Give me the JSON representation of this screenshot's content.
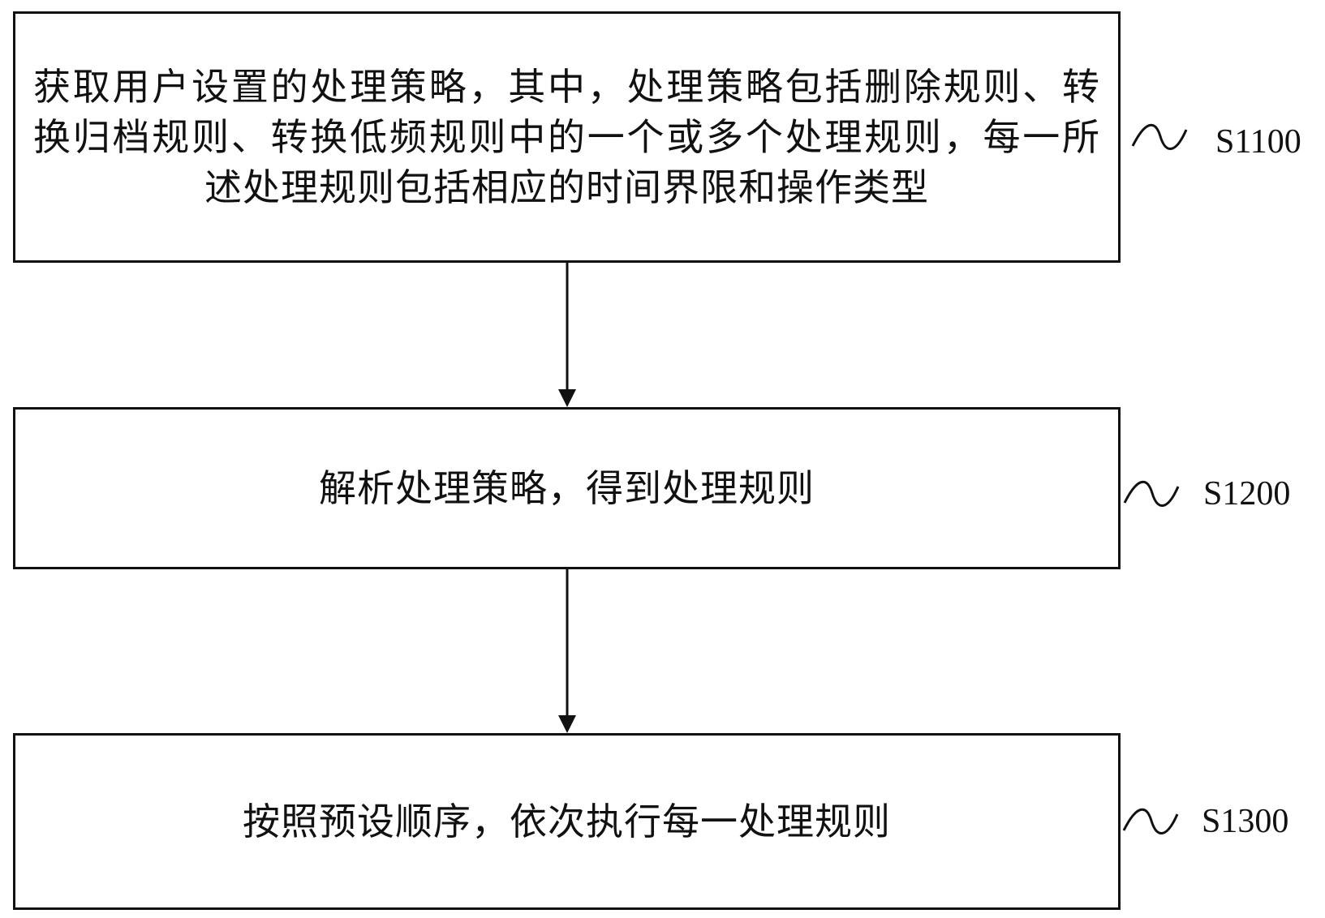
{
  "steps": [
    {
      "id": "S1100",
      "text": "获取用户设置的处理策略，其中，处理策略包括删除规则、转换归档规则、转换低频规则中的一个或多个处理规则，每一所述处理规则包括相应的时间界限和操作类型"
    },
    {
      "id": "S1200",
      "text": "解析处理策略，得到处理规则"
    },
    {
      "id": "S1300",
      "text": "按照预设顺序，依次执行每一处理规则"
    }
  ],
  "colors": {
    "stroke": "#111111",
    "background": "#ffffff"
  }
}
